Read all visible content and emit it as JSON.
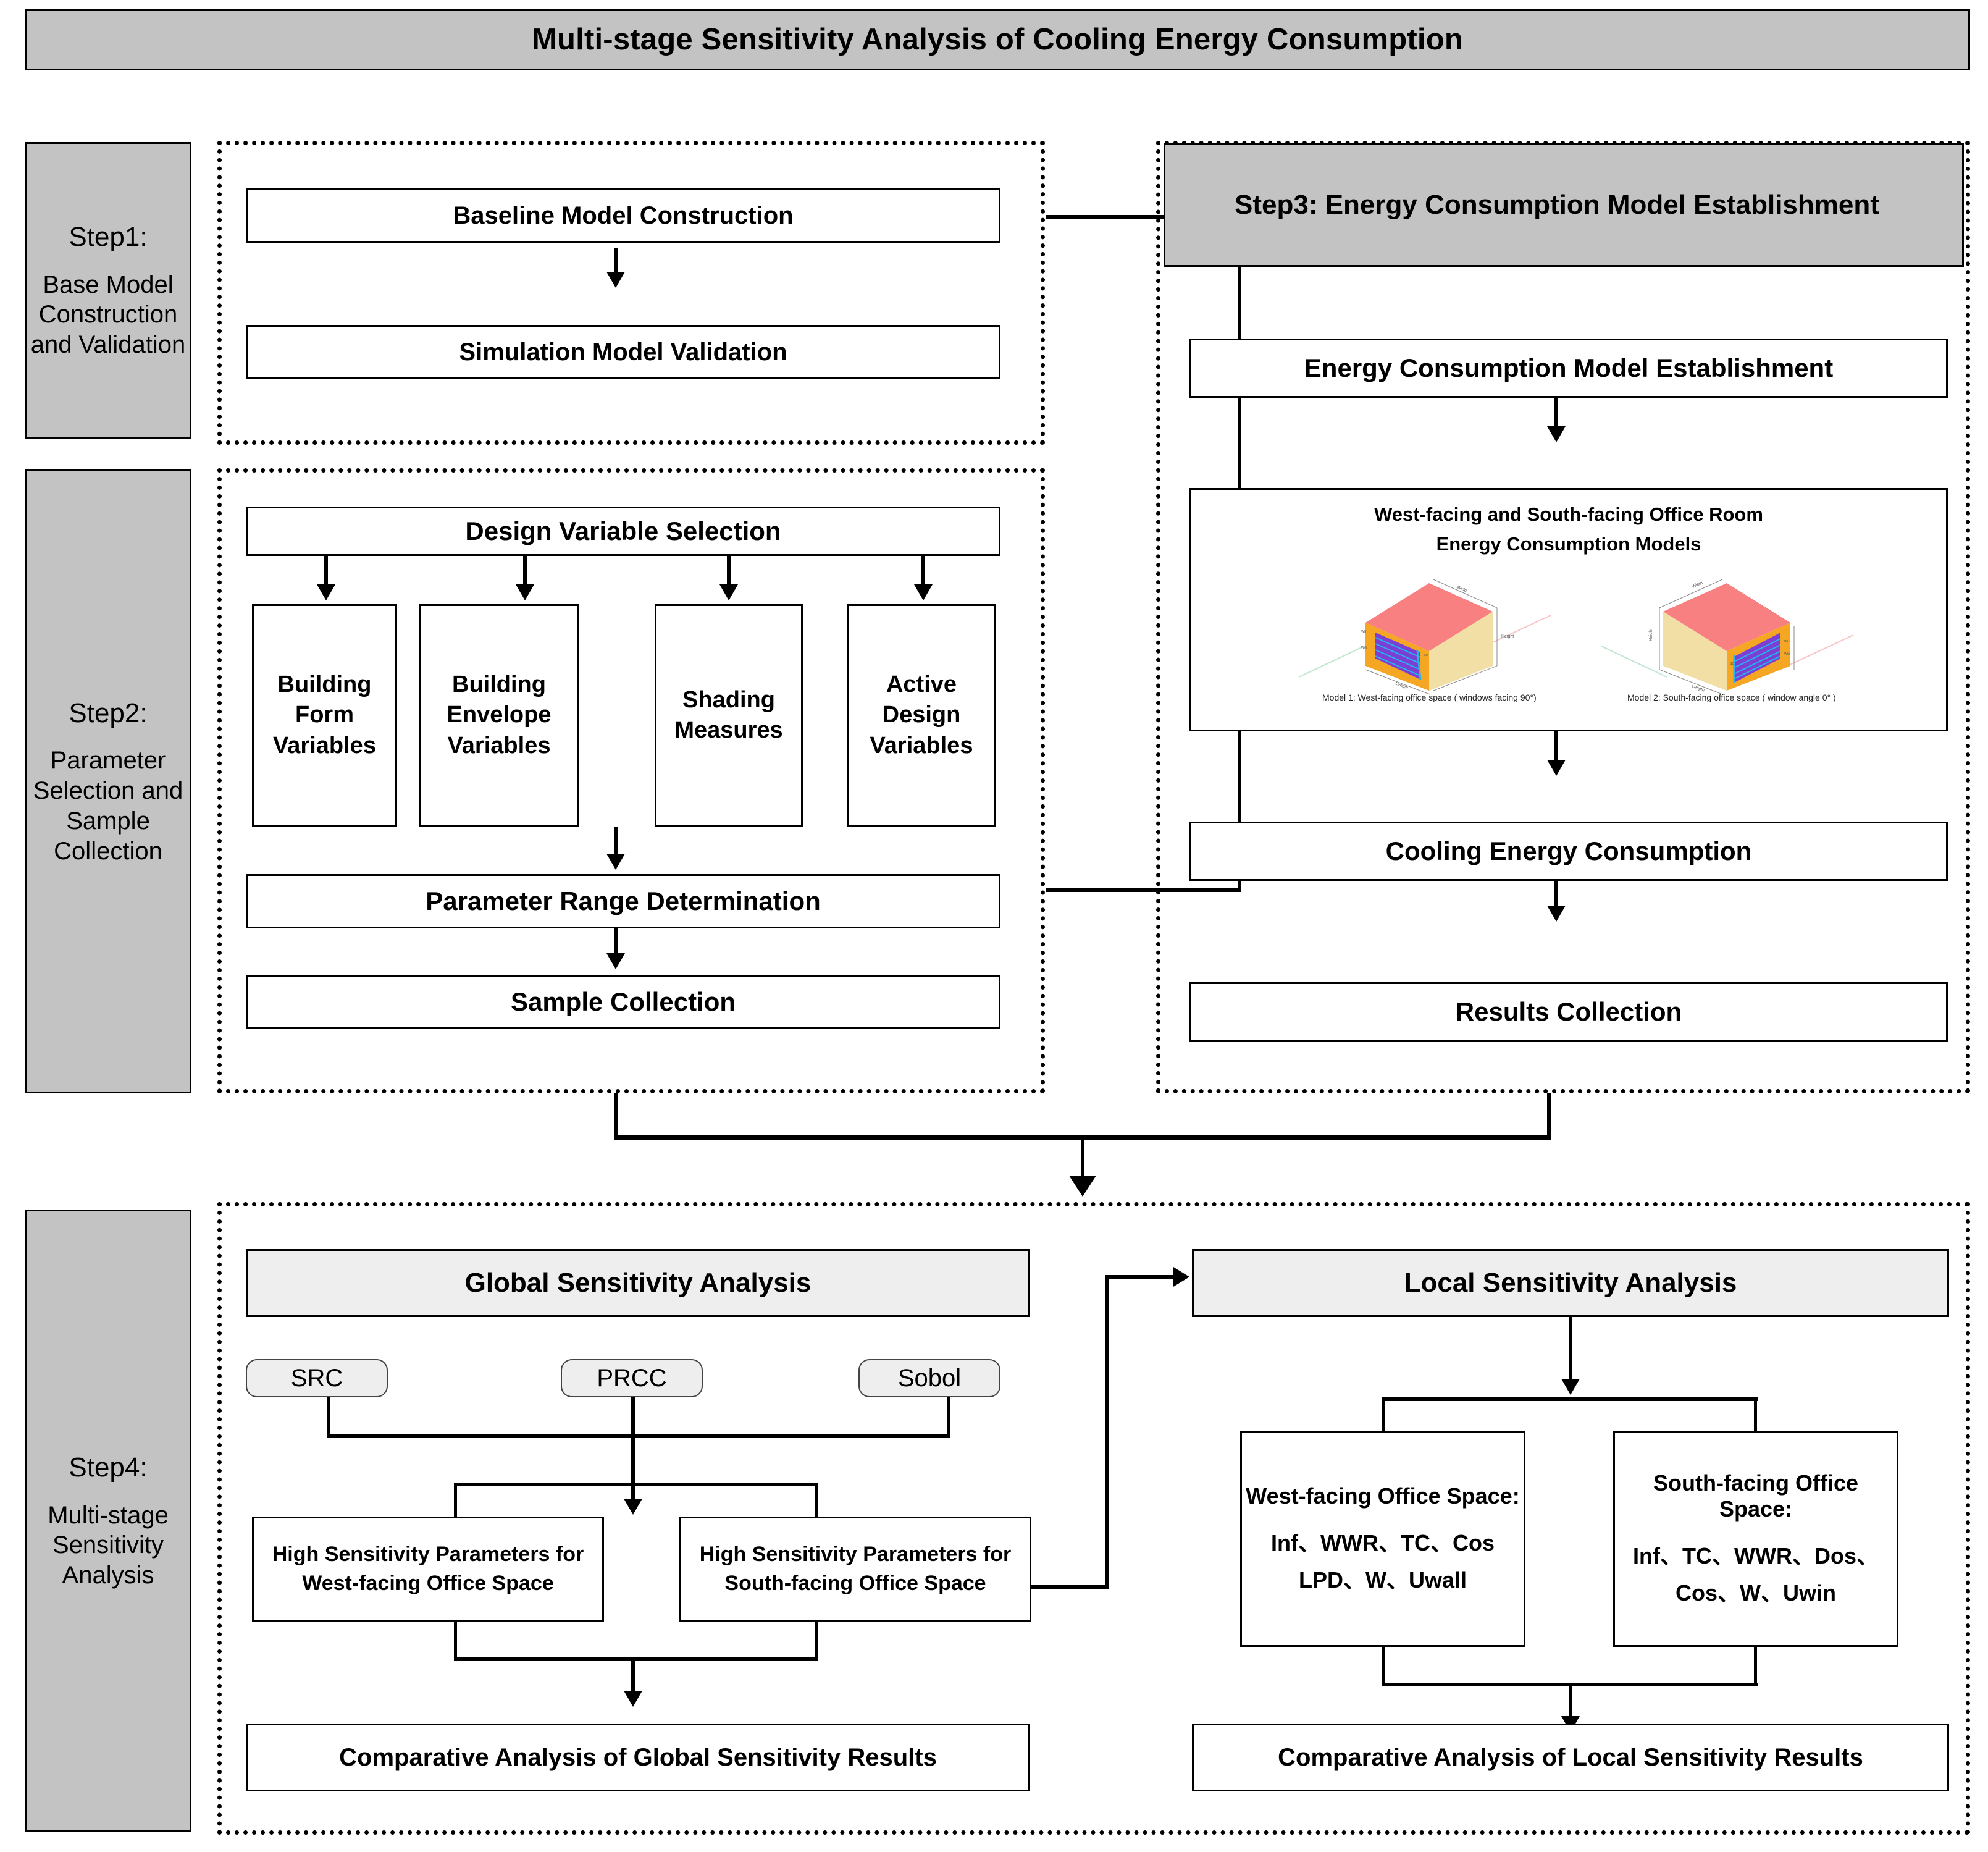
{
  "title": "Multi-stage Sensitivity Analysis of Cooling Energy Consumption",
  "steps": {
    "step1": {
      "label": "Step1:",
      "sublabel": "Base Model Construction and Validation"
    },
    "step2": {
      "label": "Step2:",
      "sublabel": "Parameter Selection and Sample Collection"
    },
    "step3": {
      "header": "Step3:  Energy Consumption Model Establishment"
    },
    "step4": {
      "label": "Step4:",
      "sublabel": "Multi-stage Sensitivity Analysis"
    }
  },
  "step1_boxes": {
    "baseline": "Baseline Model Construction",
    "validation": "Simulation Model Validation"
  },
  "step2_boxes": {
    "design_variable_selection": "Design Variable Selection",
    "variables": [
      "Building Form Variables",
      "Building Envelope Variables",
      "Shading Measures",
      "Active Design Variables"
    ],
    "parameter_range": "Parameter Range Determination",
    "sample_collection": "Sample Collection"
  },
  "step3_boxes": {
    "model_establishment": "Energy Consumption Model Establishment",
    "models_panel_title_line1": "West-facing and South-facing Office Room",
    "models_panel_title_line2": "Energy Consumption Models",
    "model1_caption": "Model 1: West-facing office space ( windows facing 90°)",
    "model2_caption": "Model 2: South-facing office space ( window angle 0° )",
    "cooling_energy": "Cooling Energy Consumption",
    "results_collection": "Results Collection"
  },
  "step4_boxes": {
    "global_header": "Global Sensitivity Analysis",
    "local_header": "Local Sensitivity Analysis",
    "methods": [
      "SRC",
      "PRCC",
      "Sobol"
    ],
    "high_sens_west_line1": "High Sensitivity Parameters for",
    "high_sens_west_line2": "West-facing Office Space",
    "high_sens_south_line1": "High Sensitivity Parameters for",
    "high_sens_south_line2": "South-facing Office Space",
    "local_west_title": "West-facing Office Space:",
    "local_west_line1": "Inf、WWR、TC、Cos",
    "local_west_line2": "LPD、W、Uwall",
    "local_south_title": "South-facing Office Space:",
    "local_south_line1": "Inf、TC、WWR、Dos、",
    "local_south_line2": "Cos、W、Uwin",
    "comparative_global": "Comparative Analysis of Global Sensitivity Results",
    "comparative_local": "Comparative Analysis of Local Sensitivity Results"
  },
  "colors": {
    "panel_gray": "#c3c3c3",
    "box_light_gray": "#eeeeee",
    "border": "#000000",
    "model_roof": "#f98080",
    "model_wall": "#f2dfa6",
    "model_frame": "#f5a623",
    "model_window": "#7b3fd4",
    "model_glass": "#24b7ef"
  }
}
